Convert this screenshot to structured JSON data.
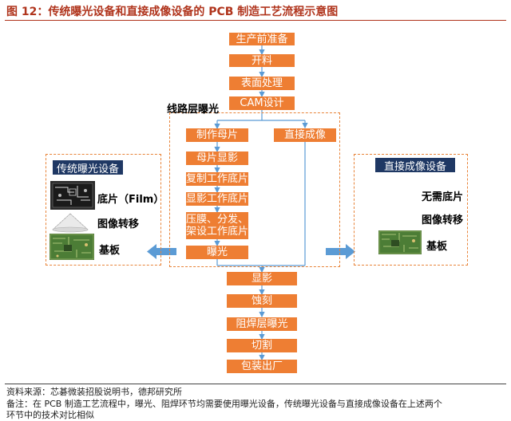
{
  "title": "图 12：传统曝光设备和直接成像设备的 PCB 制造工艺流程示意图",
  "flow_top": [
    "生产前准备",
    "开料",
    "表面处理",
    "CAM设计"
  ],
  "inner_title": "线路层曝光",
  "left_branch": [
    "制作母片",
    "母片显影",
    "复制工作底片",
    "显影工作底片",
    "压膜、分发、",
    "架设工作底片",
    "曝光"
  ],
  "right_branch": "直接成像",
  "flow_bottom": [
    "显影",
    "蚀刻",
    "阻焊层曝光",
    "切割",
    "包装出厂"
  ],
  "left_panel": {
    "title": "传统曝光设备",
    "labels": [
      "底片（Film）",
      "图像转移",
      "基板"
    ]
  },
  "right_panel": {
    "title": "直接成像设备",
    "labels": [
      "无需底片",
      "图像转移",
      "基板"
    ]
  },
  "source": "资料来源：芯碁微装招股说明书，德邦研究所",
  "note_line1": "备注：在 PCB 制造工艺流程中，曝光、阻焊环节均需要使用曝光设备，传统曝光设备与直接成像设备在上述两个",
  "note_line2": "环节中的技术对比相似",
  "colors": {
    "box": "#ee7e33",
    "title": "#b0341c",
    "panel_title": "#1f3864",
    "arrow": "#5b9bd5"
  }
}
